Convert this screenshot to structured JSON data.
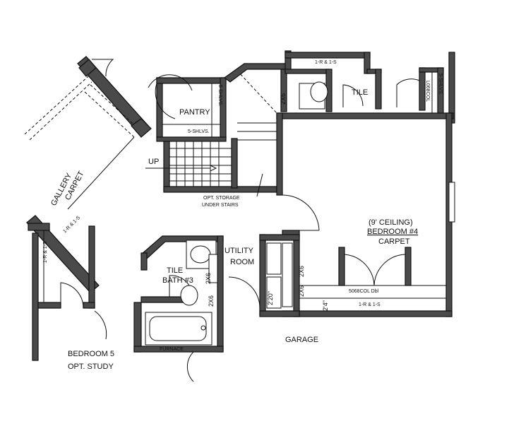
{
  "rooms": {
    "gallery": "GALLERY",
    "gallery_floor": "CARPET",
    "pantry": "PANTRY",
    "tile_top": "TILE",
    "up": "UP",
    "storage_line1": "OPT. STORAGE",
    "storage_line2": "UNDER STAIRS",
    "bedroom4_ceiling": "(9' CEILING)",
    "bedroom4_name": "BEDROOM #4",
    "bedroom4_floor": "CARPET",
    "utility_line1": "UTILITY",
    "utility_line2": "ROOM",
    "bath_tile": "TILE",
    "bath_name": "BATH #3",
    "garage": "GARAGE",
    "bedroom5_line1": "BEDROOM 5",
    "bedroom5_line2": "OPT. STUDY"
  },
  "notes": {
    "shelves_pantry_vertical": "5-SHLVS.",
    "shelves_pantry_horizontal": "5-SHLVS.",
    "shelves_right": "5-SHLVS.",
    "closet_right": "L068COL",
    "rod_shelf_top": "1-R & 1-S",
    "rod_shelf_left_a": "1-R & 1-S",
    "rod_shelf_left_b": "1-R & 1-S",
    "window_bed4": "5068COL Dbl",
    "rod_shelf_bed4": "1-R & 1-S",
    "dim_2x6_a": "2X6",
    "dim_2x6_b": "2X6",
    "dim_2x6_c": "2X6",
    "dim_2x6_d": "2X6",
    "dim_2x6_e": "2X6",
    "dim_24": "2'4\"",
    "dim_220": "2'20\"",
    "furnace": "FURNACE"
  }
}
